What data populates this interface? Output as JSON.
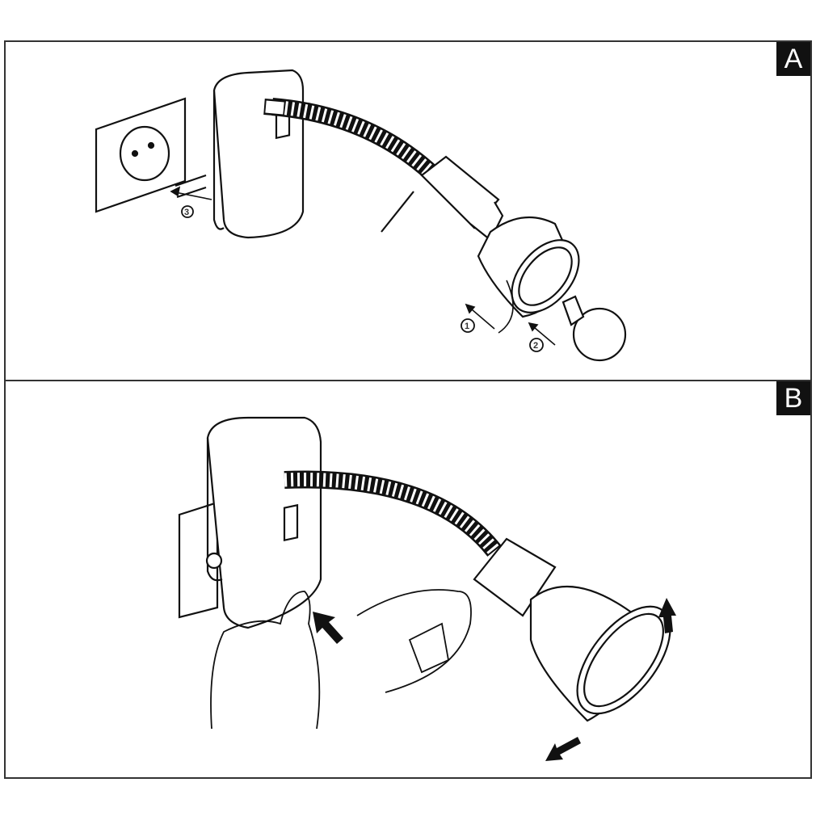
{
  "panels": [
    {
      "label": "A",
      "steps": [
        "3",
        "1",
        "2"
      ]
    },
    {
      "label": "B"
    }
  ]
}
